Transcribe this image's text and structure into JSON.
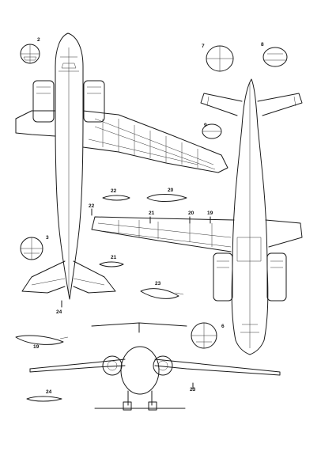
{
  "drawing": {
    "subject": "aircraft-three-view-line-drawing",
    "colors": {
      "line": "#1a1a1a",
      "paper": "#ffffff"
    },
    "callouts": [
      {
        "id": "c2",
        "label": "2"
      },
      {
        "id": "c7",
        "label": "7"
      },
      {
        "id": "c8",
        "label": "8"
      },
      {
        "id": "c9",
        "label": "9"
      },
      {
        "id": "c22a",
        "label": "22"
      },
      {
        "id": "c20a",
        "label": "20"
      },
      {
        "id": "c22b",
        "label": "22"
      },
      {
        "id": "c21a",
        "label": "21"
      },
      {
        "id": "c20b",
        "label": "20"
      },
      {
        "id": "c19a",
        "label": "19"
      },
      {
        "id": "c3",
        "label": "3"
      },
      {
        "id": "c21b",
        "label": "21"
      },
      {
        "id": "c23a",
        "label": "23"
      },
      {
        "id": "c24a",
        "label": "24"
      },
      {
        "id": "c6",
        "label": "6"
      },
      {
        "id": "c19b",
        "label": "19"
      },
      {
        "id": "c23b",
        "label": "23"
      },
      {
        "id": "c24b",
        "label": "24"
      }
    ]
  }
}
